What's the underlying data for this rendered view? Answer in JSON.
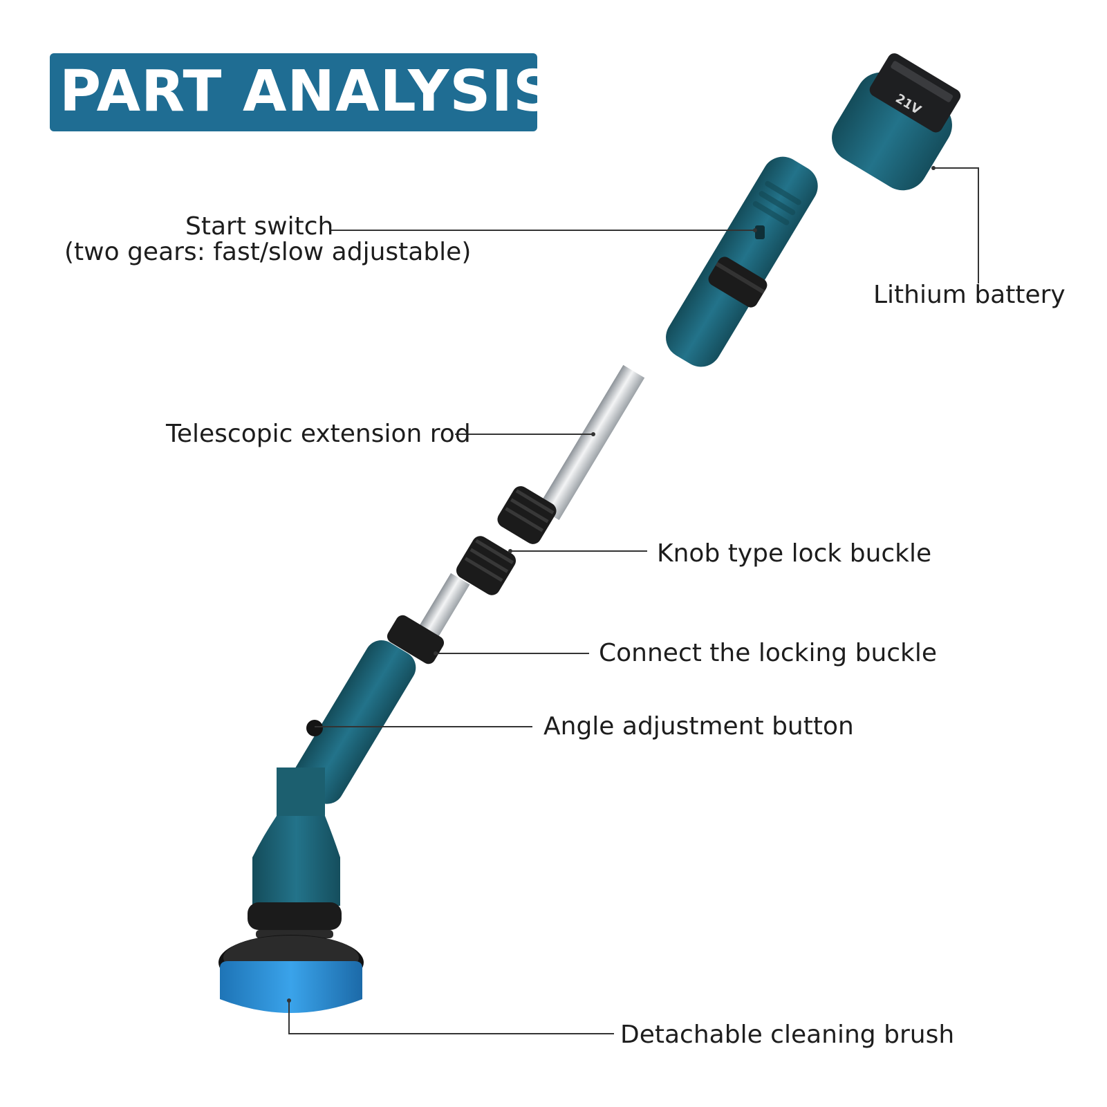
{
  "title": "PART ANALYSIS",
  "labels": {
    "start_switch": "Start switch",
    "start_switch_note": "(two gears: fast/slow adjustable)",
    "lithium_battery": "Lithium battery",
    "extension_rod": "Telescopic extension rod",
    "knob_lock": "Knob type lock buckle",
    "connect_lock": "Connect the locking buckle",
    "angle_button": "Angle adjustment button",
    "cleaning_brush": "Detachable cleaning brush"
  },
  "battery_marking": "21V",
  "colors": {
    "title_bg": "#1f6d93",
    "tool_body": "#1c5f6f",
    "rod": "#c8ccd0",
    "collar": "#1b1b1b",
    "brush_pad": "#2a8fd8"
  }
}
